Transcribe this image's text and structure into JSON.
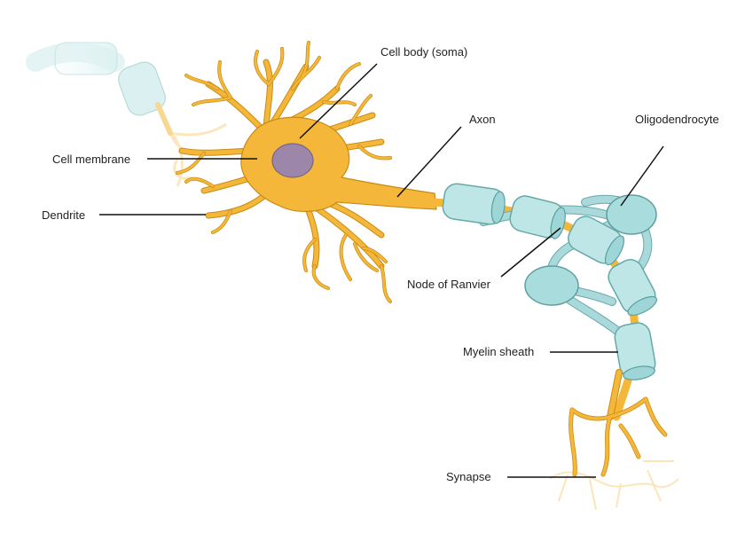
{
  "labels": {
    "cell_body": "Cell body (soma)",
    "axon": "Axon",
    "oligodendrocyte": "Oligodendrocyte",
    "cell_membrane": "Cell membrane",
    "dendrite": "Dendrite",
    "node_of_ranvier": "Node of Ranvier",
    "myelin_sheath": "Myelin sheath",
    "synapse": "Synapse"
  },
  "colors": {
    "neuron": "#f4b73a",
    "neuron_outline": "#c98b12",
    "nucleus": "#9c86a9",
    "myelin": "#bfe6e6",
    "myelin_outline": "#66a9aa",
    "leader_line": "#111111"
  }
}
